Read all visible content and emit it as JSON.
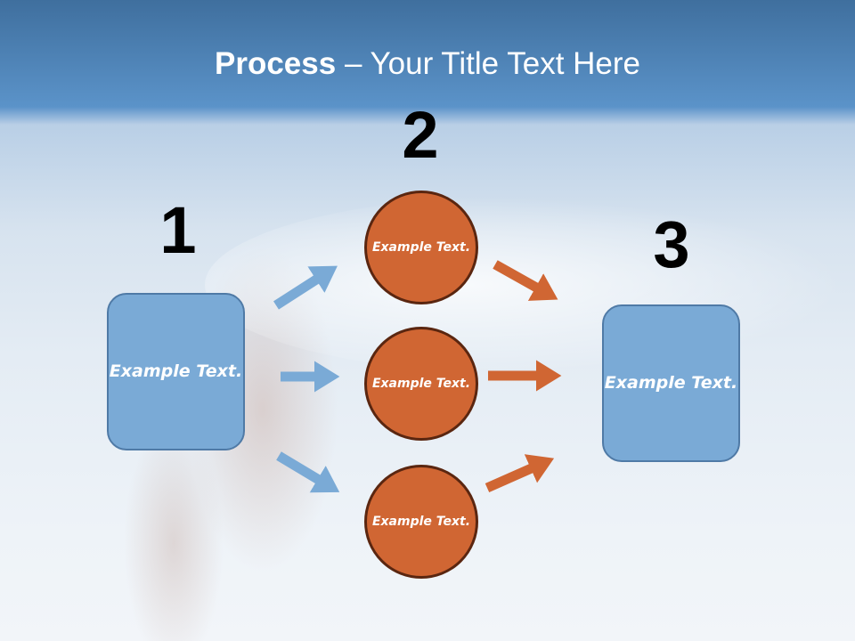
{
  "title": {
    "bold": "Process",
    "rest": " – Your Title Text Here"
  },
  "steps": [
    {
      "number": "1",
      "text": "Example Text."
    },
    {
      "number": "2",
      "items": [
        "Example Text.",
        "Example Text.",
        "Example Text."
      ]
    },
    {
      "number": "3",
      "text": "Example Text."
    }
  ],
  "colors": {
    "blue": "#7aaad6",
    "orange": "#d06633"
  }
}
